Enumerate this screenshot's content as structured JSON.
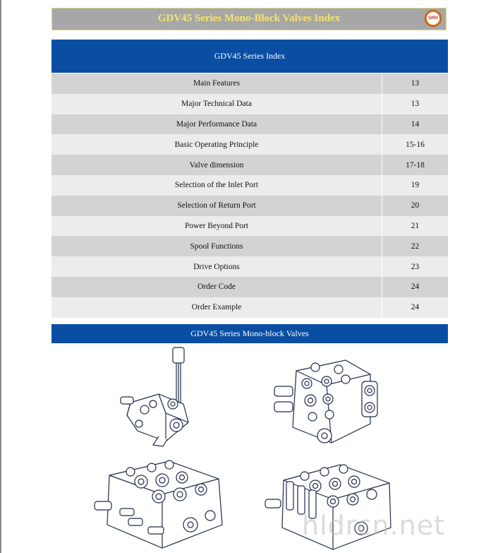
{
  "header": {
    "title": "GDV45 Series Mono-Block Valves Index",
    "logo_text": "GRH"
  },
  "index": {
    "heading": "GDV45 Series Index",
    "rows": [
      {
        "name": "Main Features",
        "page": "13"
      },
      {
        "name": "Major Technical Data",
        "page": "13"
      },
      {
        "name": "Major Performance Data",
        "page": "14"
      },
      {
        "name": "Basic Operating Principle",
        "page": "15-16"
      },
      {
        "name": "Valve dimension",
        "page": "17-18"
      },
      {
        "name": "Selection of the Inlet Port",
        "page": "19"
      },
      {
        "name": "Selection of Return Port",
        "page": "20"
      },
      {
        "name": "Power Beyond Port",
        "page": "21"
      },
      {
        "name": "Spool Functions",
        "page": "22"
      },
      {
        "name": "Drive Options",
        "page": "23"
      },
      {
        "name": "Order Code",
        "page": "24"
      },
      {
        "name": "Order Example",
        "page": "24"
      }
    ]
  },
  "section": {
    "heading": "GDV45 Series Mono-block Valves"
  },
  "watermark": "hldrcn.net",
  "colors": {
    "header_blue": "#0a4ea3",
    "title_gold": "#f5e56a",
    "title_bg": "#a7a7a7",
    "row_dark": "#d3d3d3",
    "row_light": "#ececec",
    "line_art": "#1f2a4a"
  }
}
